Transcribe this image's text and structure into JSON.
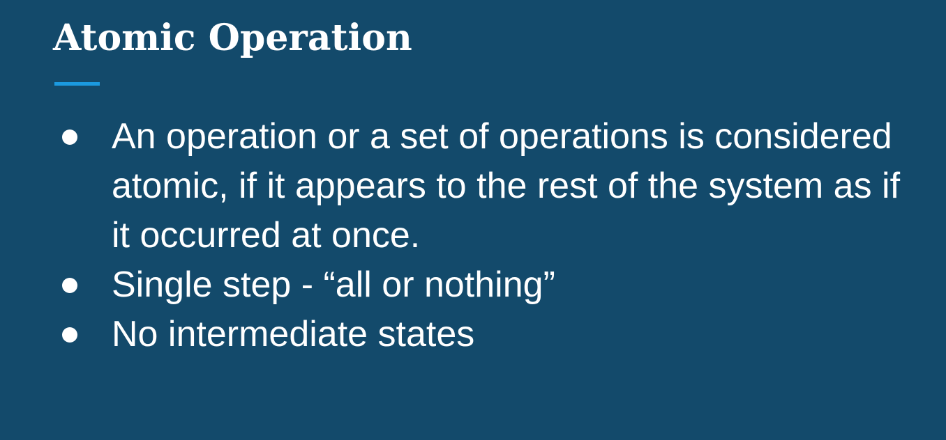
{
  "slide": {
    "title": "Atomic Operation",
    "accent_color": "#1b9ae0",
    "background_color": "#134a6b",
    "bullets": [
      {
        "text": "An operation or a set of operations is considered atomic, if it appears to the rest of the system as if it occurred at once."
      },
      {
        "text": "Single step - “all or nothing”"
      },
      {
        "text": "No intermediate states"
      }
    ]
  }
}
